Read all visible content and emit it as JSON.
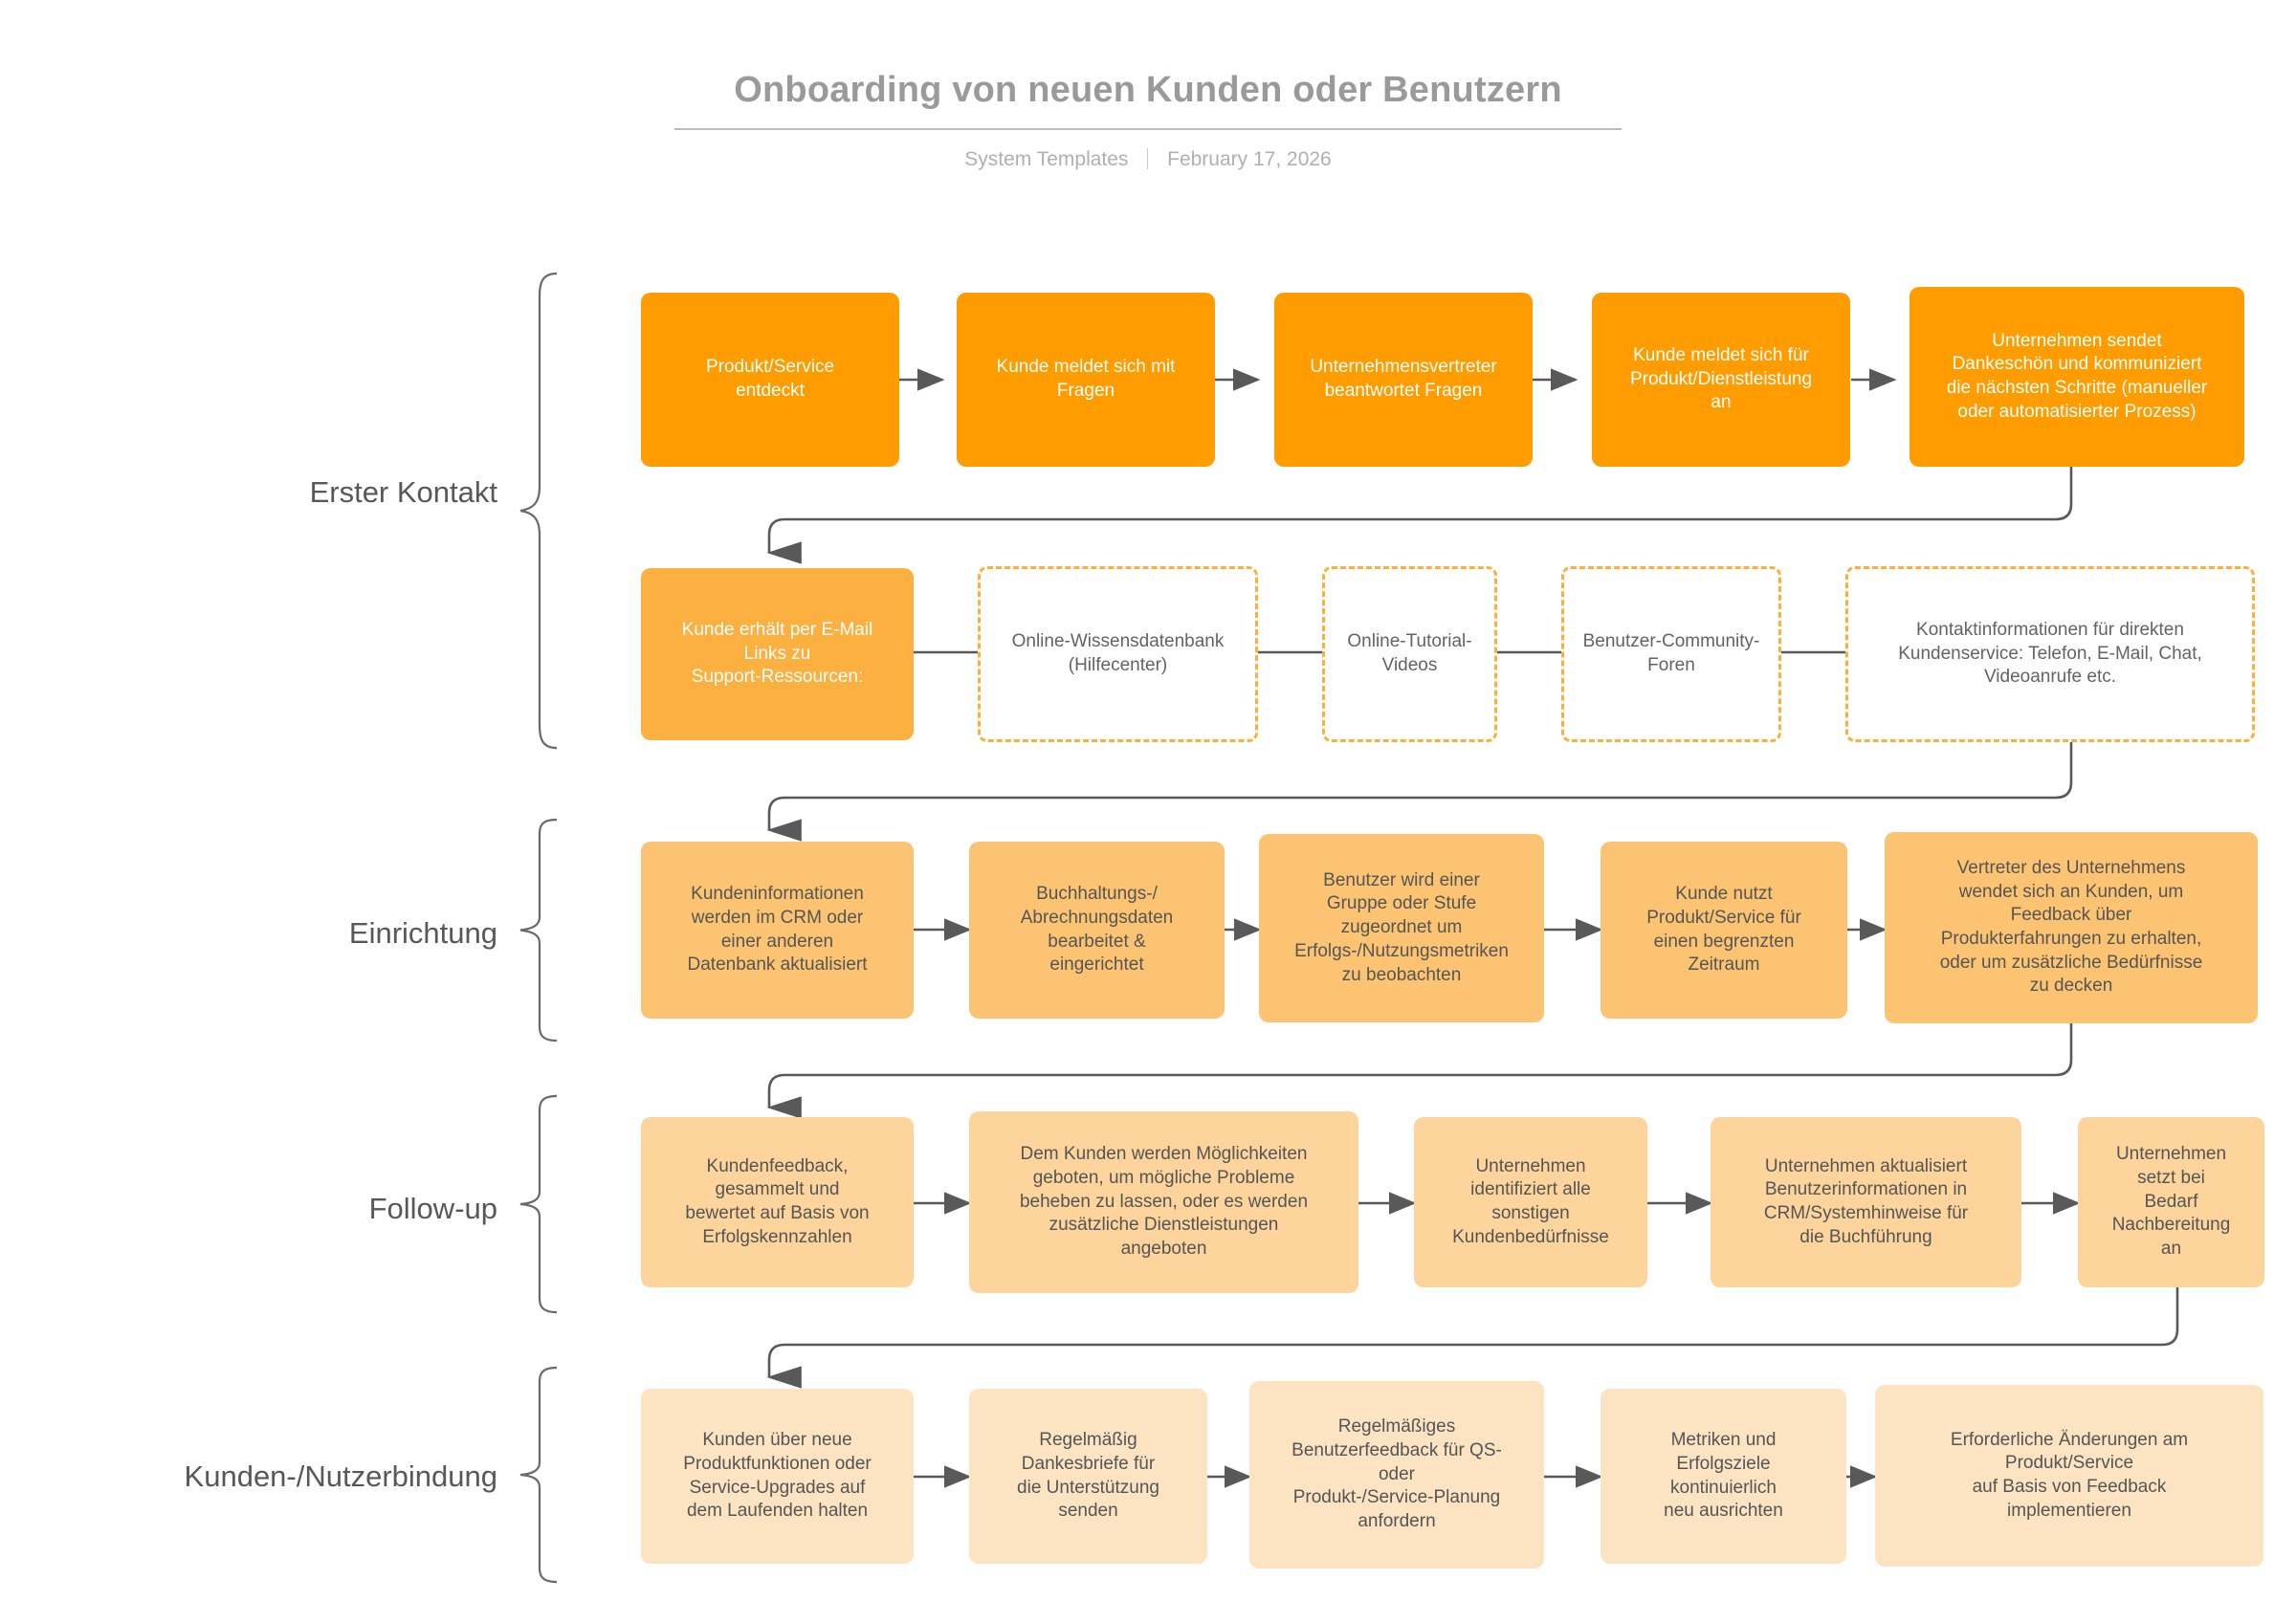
{
  "header": {
    "title": "Onboarding von neuen Kunden oder Benutzern",
    "source": "System Templates",
    "date": "February 17, 2026"
  },
  "phases": [
    {
      "label": "Erster\nKontakt"
    },
    {
      "label": "Einrichtung"
    },
    {
      "label": "Follow-up"
    },
    {
      "label": "Kunden-/Nutzerbindung"
    }
  ],
  "colors": {
    "primary_orange": "#ff9d00",
    "secondary_orange": "#fcb03f",
    "dashed_border": "#fbb03b",
    "level2": "#fcc472",
    "level3": "#fcd49c",
    "level4": "#fce3c2",
    "connector": "#6a6a6a",
    "title_gray": "#9a9a9a",
    "text_gray": "#555555"
  },
  "rows": {
    "row1": [
      {
        "text": "Produkt/Service\nentdeckt"
      },
      {
        "text": "Kunde meldet sich mit\nFragen"
      },
      {
        "text": "Unternehmensvertreter\nbeantwortet Fragen"
      },
      {
        "text": "Kunde meldet sich für\nProdukt/Dienstleistung\nan"
      },
      {
        "text": "Unternehmen sendet\nDankeschön und kommuniziert\ndie nächsten Schritte (manueller\noder automatisierter Prozess)"
      }
    ],
    "row2": [
      {
        "text": "Kunde erhält per E-Mail\nLinks zu\nSupport-Ressourcen:"
      },
      {
        "text": "Online-Wissensdatenbank\n(Hilfecenter)"
      },
      {
        "text": "Online-Tutorial-\nVideos"
      },
      {
        "text": "Benutzer-Community-\nForen"
      },
      {
        "text": "Kontaktinformationen für direkten\nKundenservice: Telefon, E-Mail, Chat,\nVideoanrufe etc."
      }
    ],
    "row3": [
      {
        "text": "Kundeninformationen\nwerden im CRM oder\neiner anderen\nDatenbank aktualisiert"
      },
      {
        "text": "Buchhaltungs-/\nAbrechnungsdaten\nbearbeitet &\neingerichtet"
      },
      {
        "text": "Benutzer wird einer\nGruppe oder Stufe\nzugeordnet um\nErfolgs-/Nutzungsmetriken\nzu beobachten"
      },
      {
        "text": "Kunde nutzt\nProdukt/Service für\neinen begrenzten\nZeitraum"
      },
      {
        "text": "Vertreter des Unternehmens\nwendet sich an Kunden, um\nFeedback über\nProdukterfahrungen zu erhalten,\noder um zusätzliche Bedürfnisse\nzu decken"
      }
    ],
    "row4": [
      {
        "text": "Kundenfeedback,\ngesammelt und\nbewertet auf Basis von\nErfolgskennzahlen"
      },
      {
        "text": "Dem Kunden werden Möglichkeiten\ngeboten, um mögliche Probleme\nbeheben zu lassen, oder es werden\nzusätzliche Dienstleistungen\nangeboten"
      },
      {
        "text": "Unternehmen\nidentifiziert alle\nsonstigen\nKundenbedürfnisse"
      },
      {
        "text": "Unternehmen aktualisiert\nBenutzerinformationen in\nCRM/Systemhinweise für\ndie Buchführung"
      },
      {
        "text": "Unternehmen\nsetzt bei\nBedarf\nNachbereitung\nan"
      }
    ],
    "row5": [
      {
        "text": "Kunden über neue\nProduktfunktionen oder\nService-Upgrades auf\ndem Laufenden halten"
      },
      {
        "text": "Regelmäßig\nDankesbriefe für\ndie Unterstützung\nsenden"
      },
      {
        "text": "Regelmäßiges\nBenutzerfeedback für QS-\noder\nProdukt-/Service-Planung\nanfordern"
      },
      {
        "text": "Metriken und\nErfolgsziele\nkontinuierlich\nneu ausrichten"
      },
      {
        "text": "Erforderliche Änderungen am\nProdukt/Service\nauf Basis von Feedback\nimplementieren"
      }
    ]
  }
}
